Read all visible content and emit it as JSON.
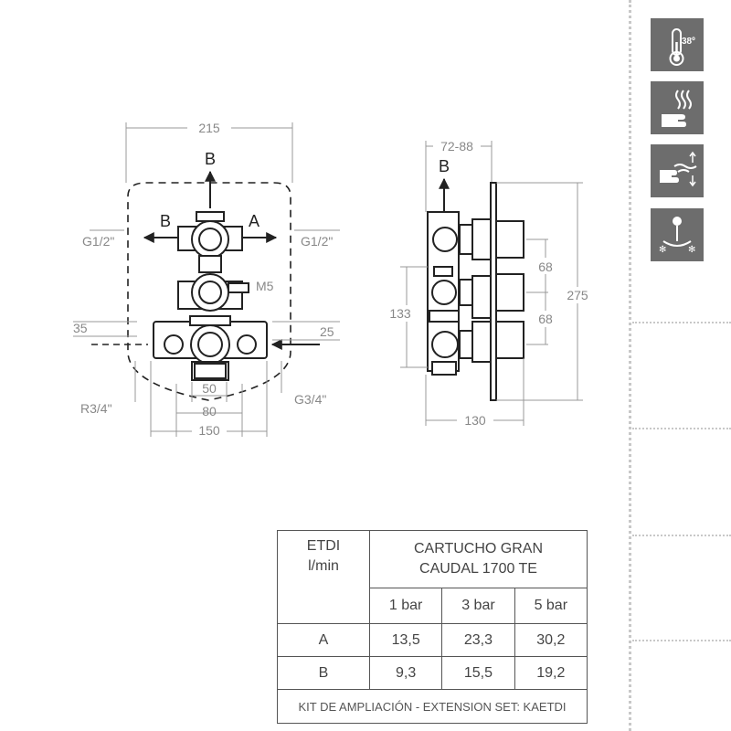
{
  "front_view": {
    "dim_top": "215",
    "arrow_top_label": "B",
    "label_b_left": "B",
    "label_a_right": "A",
    "label_g12_left": "G1/2\"",
    "label_g12_right": "G1/2\"",
    "label_m5": "M5",
    "dim_35": "35",
    "dim_25": "25",
    "label_r34": "R3/4\"",
    "label_g34": "G3/4\"",
    "dim_50": "50",
    "dim_80": "80",
    "dim_150": "150"
  },
  "side_view": {
    "dim_top": "72-88",
    "arrow_label": "B",
    "dim_133": "133",
    "dim_68_a": "68",
    "dim_68_b": "68",
    "dim_275": "275",
    "dim_130": "130"
  },
  "sidebar": {
    "icons": [
      "thermometer-38-icon",
      "hand-hot-water-icon",
      "hand-flow-control-icon",
      "shower-anti-scald-icon"
    ],
    "thermo_label": "38º",
    "icon_color": "#6d6d6d"
  },
  "flow_table": {
    "head_left_1": "ETDI",
    "head_left_2": "l/min",
    "head_main_1": "CARTUCHO GRAN",
    "head_main_2": "CAUDAL 1700 TE",
    "pressures": [
      "1 bar",
      "3 bar",
      "5 bar"
    ],
    "rows": [
      {
        "label": "A",
        "values": [
          "13,5",
          "23,3",
          "30,2"
        ]
      },
      {
        "label": "B",
        "values": [
          "9,3",
          "15,5",
          "19,2"
        ]
      }
    ],
    "footer": "KIT DE AMPLIACIÓN - EXTENSION SET: KAETDI"
  }
}
